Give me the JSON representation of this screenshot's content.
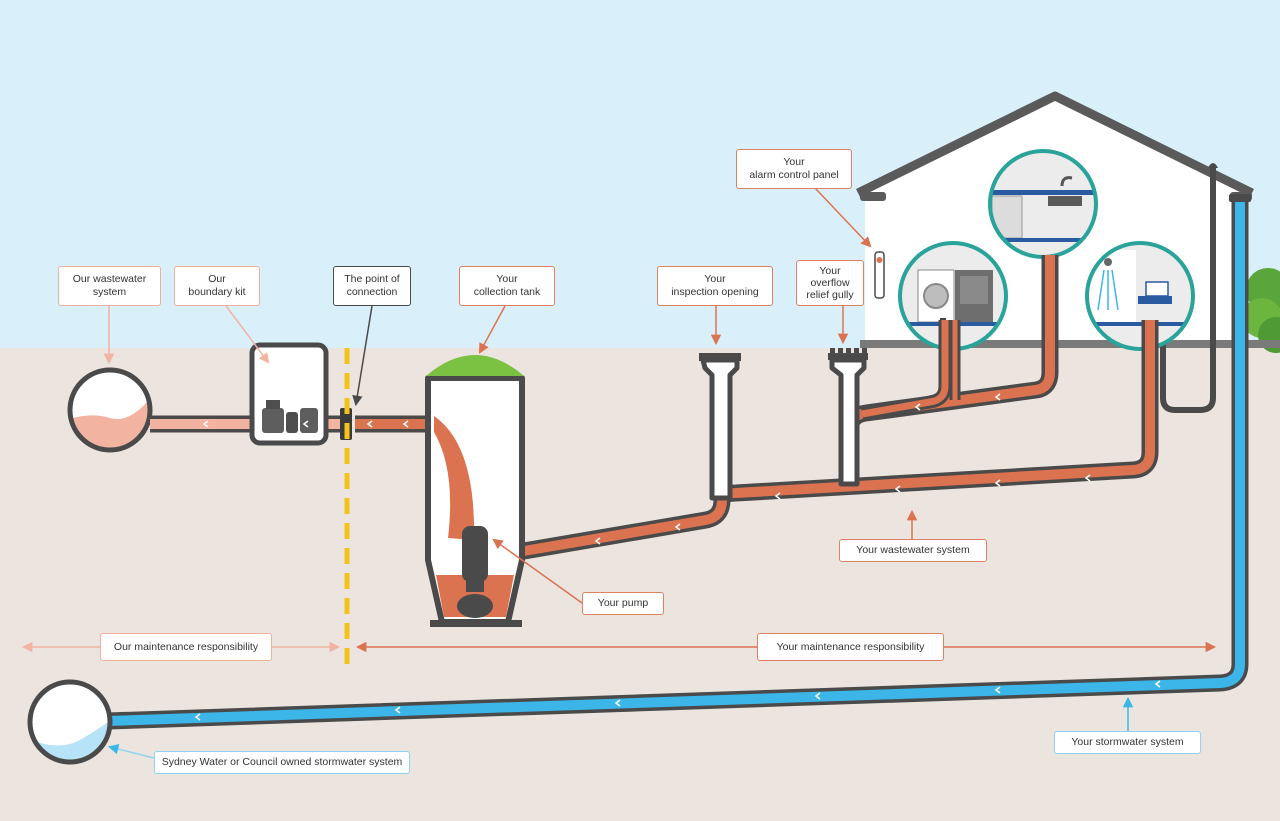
{
  "labels": {
    "our_wastewater_system": "Our wastewater\nsystem",
    "our_boundary_kit": "Our\nboundary kit",
    "point_of_connection": "The point of\nconnection",
    "your_collection_tank": "Your\ncollection tank",
    "your_inspection_opening": "Your\ninspection opening",
    "your_overflow_relief_gully": "Your\noverflow\nrelief gully",
    "your_alarm_control_panel": "Your\nalarm control panel",
    "your_wastewater_system": "Your wastewater system",
    "your_pump": "Your pump",
    "our_maintenance_responsibility": "Our maintenance responsibility",
    "your_maintenance_responsibility": "Your maintenance responsibility",
    "your_stormwater_system": "Your stormwater system",
    "sydney_water_stormwater": "Sydney Water or Council owned stormwater system"
  },
  "colors": {
    "sky": "#d9f0fb",
    "ground": "#ebe4df",
    "wastewater_orange": "#dc7350",
    "our_pink": "#f2b3a0",
    "stormwater_blue": "#3cb6e8",
    "pipe_gray": "#4a4a4a",
    "boundary_yellow": "#f5c21b",
    "lid_green": "#7cc242",
    "label_border": "#e0805e"
  }
}
